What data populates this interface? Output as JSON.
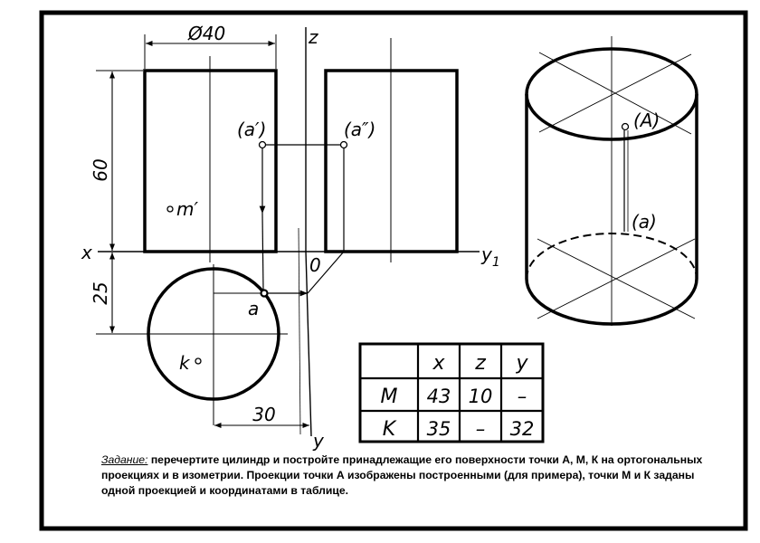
{
  "labels": {
    "diameter": "Ø40",
    "axis_z": "z",
    "axis_x": "x",
    "axis_y1": "y",
    "axis_y1_sub": "1",
    "axis_y": "y",
    "origin": "0",
    "height_dim": "60",
    "offset_dim": "25",
    "width_dim": "30",
    "point_a_front": "(a′)",
    "point_a_side": "(a″)",
    "point_m_front": "m′",
    "point_a_top": "a",
    "point_k_top": "k",
    "iso_point_A": "(A)",
    "iso_point_a": "(a)"
  },
  "table": {
    "headers": [
      "",
      "x",
      "z",
      "y"
    ],
    "rows": [
      [
        "M",
        "43",
        "10",
        "–"
      ],
      [
        "K",
        "35",
        "–",
        "32"
      ]
    ]
  },
  "caption": {
    "lead": "Задание:",
    "text": " перечертите цилиндр и постройте принадлежащие его поверхности точки А, М, К на ортогональных проекциях и в изометрии. Проекции точки А изображены построенными (для примера), точки М и К заданы одной проекцией и координатами в таблице."
  }
}
